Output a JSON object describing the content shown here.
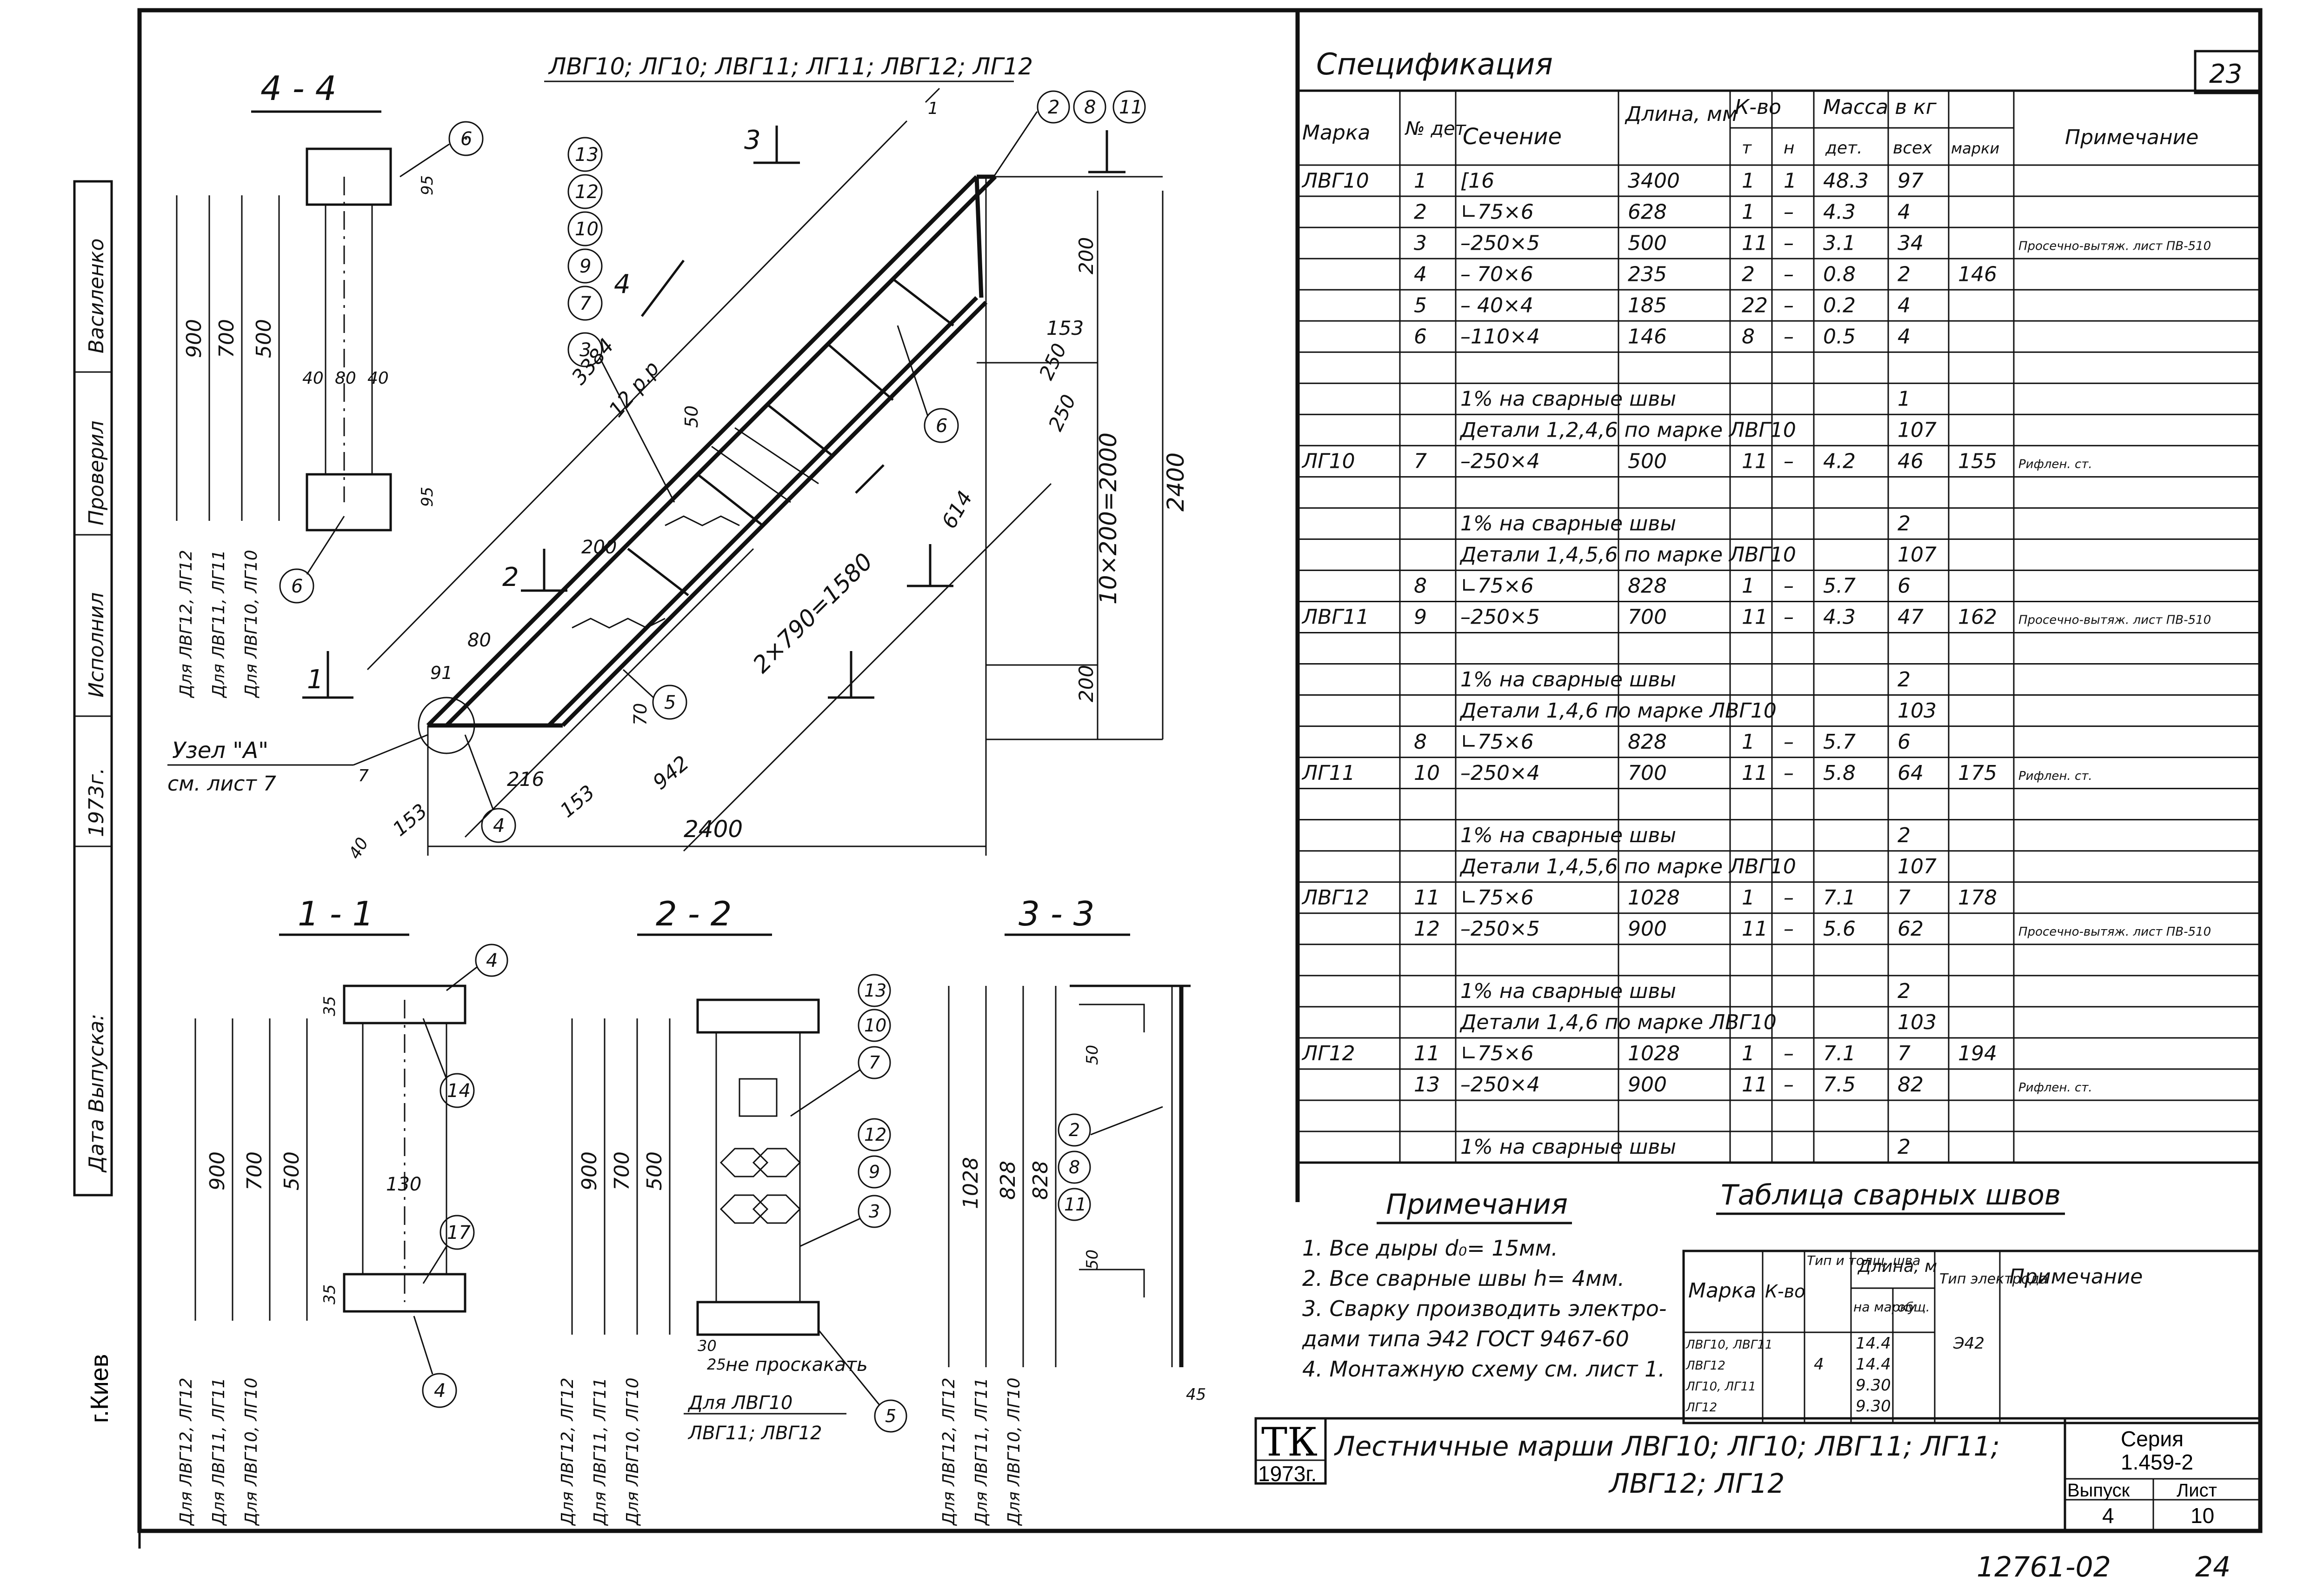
{
  "sheet": {
    "sheet_number_top": "23",
    "city": "г.Киев",
    "footer_code": "12761-02",
    "footer_page": "24"
  },
  "side_stamp": {
    "vasilenko": "Василенко",
    "executed": "Исполнил",
    "checked": "Проверил",
    "year": "1973г.",
    "release_date": "Дата Выпуска:"
  },
  "title_block": {
    "tk": "ТК",
    "year": "1973г.",
    "title_line1": "Лестничные марши ЛВГ10; ЛГ10; ЛВГ11; ЛГ11;",
    "title_line2": "ЛВГ12; ЛГ12",
    "series_label": "Серия",
    "series_value": "1.459-2",
    "release_label": "Выпуск",
    "release_value": "4",
    "sheet_label": "Лист",
    "sheet_value": "10"
  },
  "drawing": {
    "main_title": "ЛВГ10; ЛГ10; ЛВГ11; ЛГ11; ЛВГ12; ЛГ12",
    "section_44": "4 - 4",
    "section_11": "1 - 1",
    "section_22": "2 - 2",
    "section_33": "3 - 3",
    "node_a": "Узел \"А\"",
    "node_a_ref": "см. лист 7",
    "dim_2400_h": "2400",
    "dim_2400_v": "2400",
    "dim_3384": "3384",
    "dim_12pp": "12 р.р",
    "dim_2x790": "2×790=1580",
    "dim_10x200": "10×200=2000",
    "dim_614": "614",
    "dim_942": "942",
    "dim_216": "216",
    "dim_153a": "153",
    "dim_153b": "153",
    "dim_153c": "153",
    "dim_200a": "200",
    "dim_200b": "200",
    "dim_200c": "200",
    "dim_250a": "250",
    "dim_250b": "250",
    "dim_80": "80",
    "dim_91": "91",
    "dim_70": "70",
    "dim_50": "50",
    "dim_40": "40",
    "dim_7": "7",
    "dim_1": "1",
    "cut_1": "1",
    "cut_2": "2",
    "cut_3": "3",
    "cut_4": "4",
    "s44_900": "900",
    "s44_700": "700",
    "s44_500": "500",
    "s44_40a": "40",
    "s44_80": "80",
    "s44_40b": "40",
    "s44_95a": "95",
    "s44_95b": "95",
    "s44_lbl1": "Для ЛВГ12, ЛГ12",
    "s44_lbl2": "Для ЛВГ11, ЛГ11",
    "s44_lbl3": "Для ЛВГ10, ЛГ10",
    "s11_900": "900",
    "s11_700": "700",
    "s11_500": "500",
    "s11_130": "130",
    "s11_35a": "35",
    "s11_35b": "35",
    "s11_lbl1": "Для ЛВГ12, ЛГ12",
    "s11_lbl2": "Для ЛВГ11, ЛГ11",
    "s11_lbl3": "Для ЛВГ10, ЛГ10",
    "s22_900": "900",
    "s22_700": "700",
    "s22_500": "500",
    "s22_lbl1": "Для ЛВГ12, ЛГ12",
    "s22_lbl2": "Для ЛВГ11, ЛГ11",
    "s22_lbl3": "Для ЛВГ10, ЛГ10",
    "s22_note1": "не проскакать",
    "s22_note2": "Для ЛВГ10",
    "s22_note3": "ЛВГ11; ЛВГ12",
    "s22_30": "30",
    "s22_25": "25",
    "s33_1028": "1028",
    "s33_828a": "828",
    "s33_828b": "828",
    "s33_50a": "50",
    "s33_50b": "50",
    "s33_45": "45",
    "s33_lbl1": "Для ЛВГ12, ЛГ12",
    "s33_lbl2": "Для ЛВГ11, ЛГ11",
    "s33_lbl3": "Для ЛВГ10, ЛГ10"
  },
  "callouts": {
    "c13": "13",
    "c12": "12",
    "c10": "10",
    "c9": "9",
    "c7": "7",
    "c3": "3",
    "c2": "2",
    "c8": "8",
    "c11": "11",
    "c6a": "6",
    "c6b": "6",
    "c6c": "6",
    "c5": "5",
    "c4": "4",
    "c4b": "4",
    "c4c": "4",
    "c14": "14",
    "c17": "17",
    "s22_13": "13",
    "s22_10": "10",
    "s22_7": "7",
    "s22_12": "12",
    "s22_9": "9",
    "s22_3": "3",
    "s22_5": "5",
    "s33_2": "2",
    "s33_8": "8",
    "s33_11": "11"
  },
  "spec": {
    "title": "Спецификация",
    "headers": {
      "mark": "Марка",
      "det_no": "№ дет",
      "section": "Сечение",
      "length": "Длина, мм",
      "qty": "К-во",
      "qty_t": "т",
      "qty_n": "н",
      "mass": "Масса в кг",
      "mass_det": "дет.",
      "mass_all": "всех",
      "mass_mark": "марки",
      "note": "Примечание"
    },
    "rows": [
      [
        "ЛВГ10",
        "1",
        "[16",
        "3400",
        "1",
        "1",
        "48.3",
        "97",
        "",
        ""
      ],
      [
        "",
        "2",
        "∟75×6",
        "628",
        "1",
        "–",
        "4.3",
        "4",
        "",
        ""
      ],
      [
        "",
        "3",
        "–250×5",
        "500",
        "11",
        "–",
        "3.1",
        "34",
        "",
        "Просечно-вытяж. лист ПВ-510"
      ],
      [
        "",
        "4",
        "– 70×6",
        "235",
        "2",
        "–",
        "0.8",
        "2",
        "146",
        ""
      ],
      [
        "",
        "5",
        "– 40×4",
        "185",
        "22",
        "–",
        "0.2",
        "4",
        "",
        ""
      ],
      [
        "",
        "6",
        "–110×4",
        "146",
        "8",
        "–",
        "0.5",
        "4",
        "",
        ""
      ],
      [
        "",
        "",
        "",
        "",
        "",
        "",
        "",
        "",
        "",
        ""
      ],
      [
        "",
        "",
        "1% на сварные швы",
        "",
        "",
        "",
        "",
        "1",
        "",
        ""
      ],
      [
        "",
        "",
        "Детали 1,2,4,6 по марке ЛВГ10",
        "",
        "",
        "",
        "",
        "107",
        "",
        ""
      ],
      [
        "ЛГ10",
        "7",
        "–250×4",
        "500",
        "11",
        "–",
        "4.2",
        "46",
        "155",
        "Рифлен. ст."
      ],
      [
        "",
        "",
        "",
        "",
        "",
        "",
        "",
        "",
        "",
        ""
      ],
      [
        "",
        "",
        "1% на сварные швы",
        "",
        "",
        "",
        "",
        "2",
        "",
        ""
      ],
      [
        "",
        "",
        "Детали 1,4,5,6 по марке ЛВГ10",
        "",
        "",
        "",
        "",
        "107",
        "",
        ""
      ],
      [
        "",
        "8",
        "∟75×6",
        "828",
        "1",
        "–",
        "5.7",
        "6",
        "",
        ""
      ],
      [
        "ЛВГ11",
        "9",
        "–250×5",
        "700",
        "11",
        "–",
        "4.3",
        "47",
        "162",
        "Просечно-вытяж. лист ПВ-510"
      ],
      [
        "",
        "",
        "",
        "",
        "",
        "",
        "",
        "",
        "",
        ""
      ],
      [
        "",
        "",
        "1% на сварные швы",
        "",
        "",
        "",
        "",
        "2",
        "",
        ""
      ],
      [
        "",
        "",
        "Детали 1,4,6 по марке ЛВГ10",
        "",
        "",
        "",
        "",
        "103",
        "",
        ""
      ],
      [
        "",
        "8",
        "∟75×6",
        "828",
        "1",
        "–",
        "5.7",
        "6",
        "",
        ""
      ],
      [
        "ЛГ11",
        "10",
        "–250×4",
        "700",
        "11",
        "–",
        "5.8",
        "64",
        "175",
        "Рифлен. ст."
      ],
      [
        "",
        "",
        "",
        "",
        "",
        "",
        "",
        "",
        "",
        ""
      ],
      [
        "",
        "",
        "1% на сварные швы",
        "",
        "",
        "",
        "",
        "2",
        "",
        ""
      ],
      [
        "",
        "",
        "Детали 1,4,5,6 по марке ЛВГ10",
        "",
        "",
        "",
        "",
        "107",
        "",
        ""
      ],
      [
        "ЛВГ12",
        "11",
        "∟75×6",
        "1028",
        "1",
        "–",
        "7.1",
        "7",
        "178",
        ""
      ],
      [
        "",
        "12",
        "–250×5",
        "900",
        "11",
        "–",
        "5.6",
        "62",
        "",
        "Просечно-вытяж. лист ПВ-510"
      ],
      [
        "",
        "",
        "",
        "",
        "",
        "",
        "",
        "",
        "",
        ""
      ],
      [
        "",
        "",
        "1% на сварные швы",
        "",
        "",
        "",
        "",
        "2",
        "",
        ""
      ],
      [
        "",
        "",
        "Детали 1,4,6 по марке ЛВГ10",
        "",
        "",
        "",
        "",
        "103",
        "",
        ""
      ],
      [
        "ЛГ12",
        "11",
        "∟75×6",
        "1028",
        "1",
        "–",
        "7.1",
        "7",
        "194",
        ""
      ],
      [
        "",
        "13",
        "–250×4",
        "900",
        "11",
        "–",
        "7.5",
        "82",
        "",
        "Рифлен. ст."
      ],
      [
        "",
        "",
        "",
        "",
        "",
        "",
        "",
        "",
        "",
        ""
      ],
      [
        "",
        "",
        "1% на сварные швы",
        "",
        "",
        "",
        "",
        "2",
        "",
        ""
      ]
    ]
  },
  "notes": {
    "title": "Примечания",
    "items": [
      "1. Все дыры d₀= 15мм.",
      "2. Все сварные швы h= 4мм.",
      "3. Сварку производить электро-",
      "   дами типа Э42 ГОСТ 9467-60",
      "4. Монтажную схему см. лист 1."
    ]
  },
  "welds": {
    "title": "Таблица сварных швов",
    "headers": {
      "mark": "Марка",
      "qty": "К-во",
      "type": "Тип и толщ. шва",
      "length": "Длина, м",
      "length_one": "на марку",
      "length_total": "общ.",
      "electrode": "Тип электрода",
      "note": "Примечание"
    },
    "rows": [
      [
        "ЛВГ10, ЛВГ11",
        "",
        "",
        "14.4",
        "",
        "Э42",
        ""
      ],
      [
        "ЛВГ12",
        "",
        "4",
        "14.4",
        "",
        "",
        ""
      ],
      [
        "ЛГ10, ЛГ11",
        "",
        "",
        "9.30",
        "",
        "",
        ""
      ],
      [
        "ЛГ12",
        "",
        "",
        "9.30",
        "",
        "",
        ""
      ]
    ]
  }
}
